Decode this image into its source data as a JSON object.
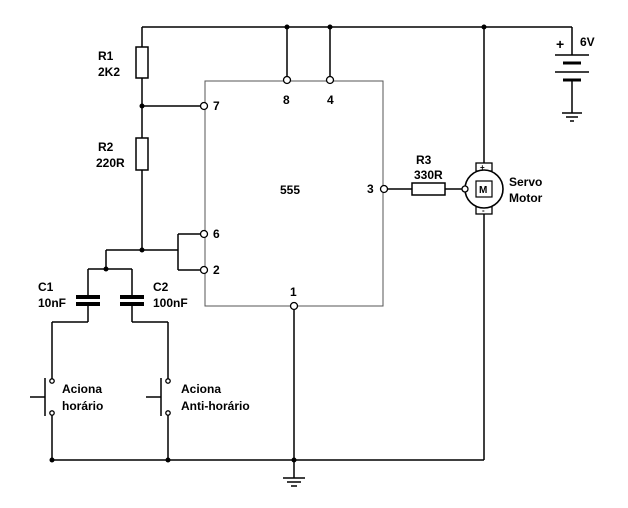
{
  "power": {
    "label": "6V",
    "plus": "+"
  },
  "resistors": {
    "r1": {
      "name": "R1",
      "value": "2K2"
    },
    "r2": {
      "name": "R2",
      "value": "220R"
    },
    "r3": {
      "name": "R3",
      "value": "330R"
    }
  },
  "capacitors": {
    "c1": {
      "name": "C1",
      "value": "10nF"
    },
    "c2": {
      "name": "C2",
      "value": "100nF"
    }
  },
  "ic": {
    "label": "555",
    "pins": {
      "p8": "8",
      "p4": "4",
      "p7": "7",
      "p6": "6",
      "p2": "2",
      "p3": "3",
      "p1": "1"
    }
  },
  "motor": {
    "line1": "Servo",
    "line2": "Motor",
    "symbol": "M",
    "plus": "+",
    "minus": "-"
  },
  "switches": {
    "s1": {
      "line1": "Aciona",
      "line2": "horário"
    },
    "s2": {
      "line1": "Aciona",
      "line2": "Anti-horário"
    }
  }
}
